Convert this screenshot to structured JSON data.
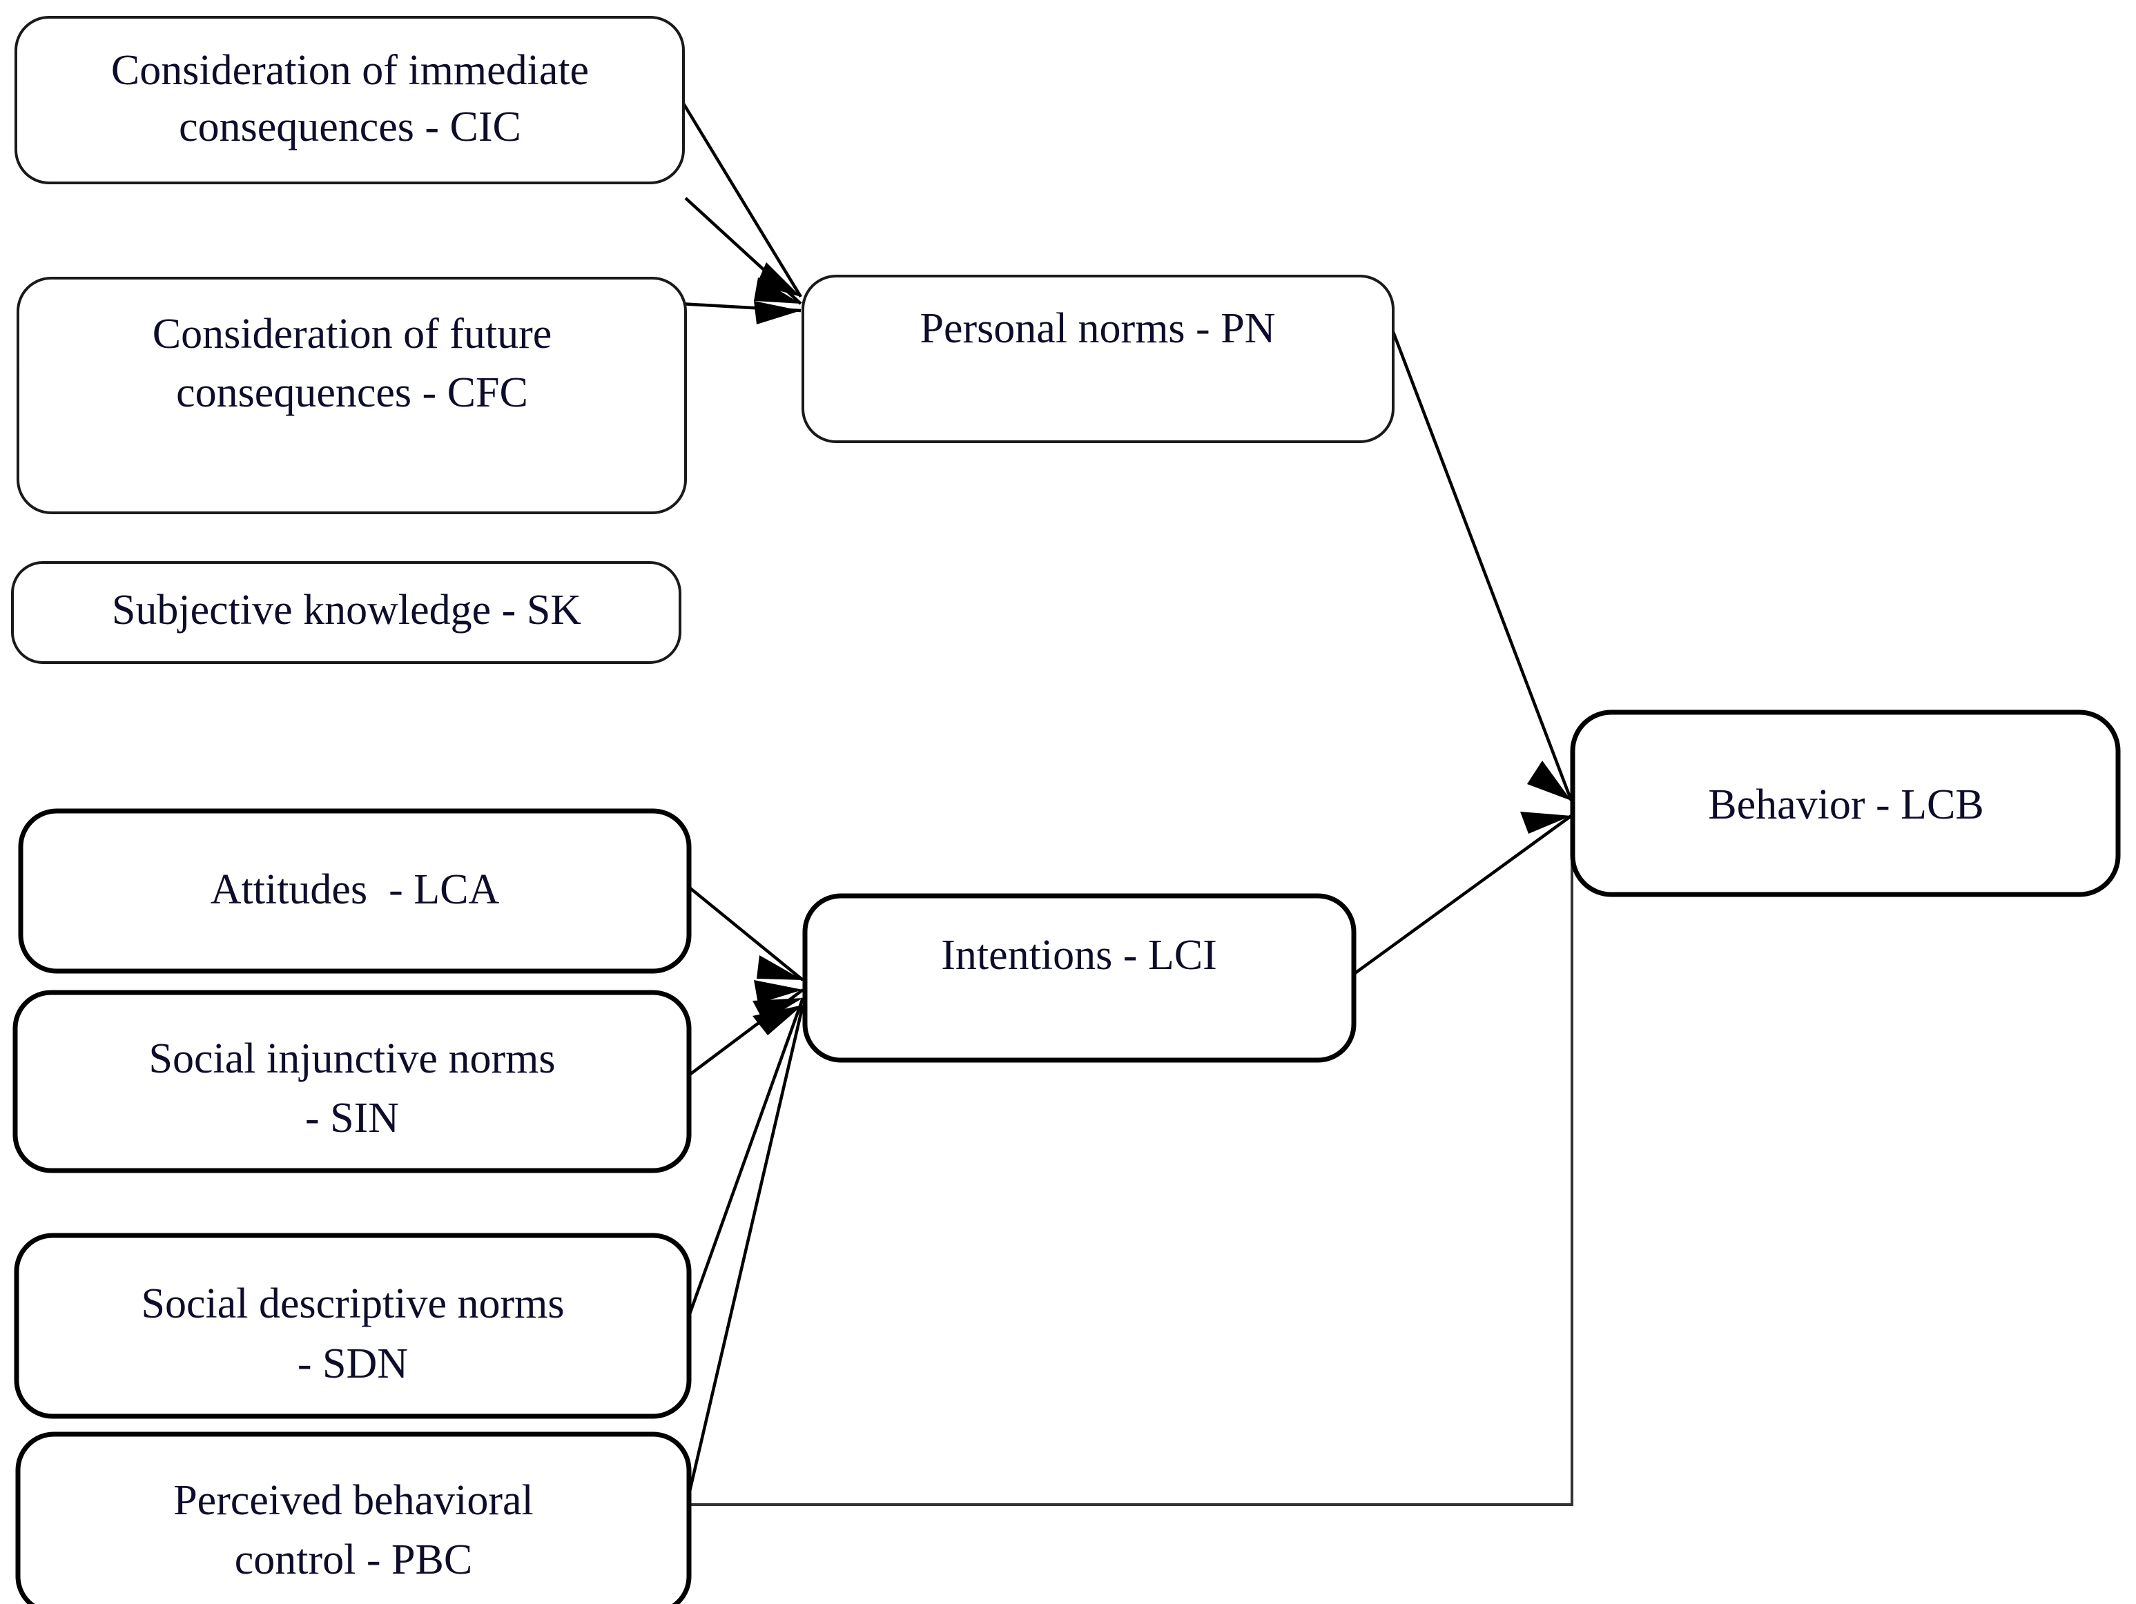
{
  "diagram": {
    "type": "flowchart",
    "title": "",
    "background_color": "#ffffff",
    "text_color": "#0d0d2b",
    "line_color": "#000000",
    "nodes": [
      {
        "id": "CIC",
        "label_lines": [
          "Consideration of immediate",
          "consequences - CIC"
        ],
        "label_full": "Consideration of immediate consequences - CIC",
        "code": "CIC"
      },
      {
        "id": "CFC",
        "label_lines": [
          "Consideration of future",
          "consequences - CFC"
        ],
        "label_full": "Consideration of future consequences - CFC",
        "code": "CFC"
      },
      {
        "id": "SK",
        "label_lines": [
          "Subjective knowledge - SK"
        ],
        "label_full": "Subjective knowledge - SK",
        "code": "SK"
      },
      {
        "id": "PN",
        "label_lines": [
          "Personal norms - PN"
        ],
        "label_full": "Personal norms - PN",
        "code": "PN"
      },
      {
        "id": "LCA",
        "label_lines": [
          "Attitudes  - LCA"
        ],
        "label_full": "Attitudes  - LCA",
        "code": "LCA"
      },
      {
        "id": "SIN",
        "label_lines": [
          "Social injunctive norms",
          "- SIN"
        ],
        "label_full": "Social injunctive norms - SIN",
        "code": "SIN"
      },
      {
        "id": "SDN",
        "label_lines": [
          "Social descriptive norms",
          "- SDN"
        ],
        "label_full": "Social descriptive norms - SDN",
        "code": "SDN"
      },
      {
        "id": "PBC",
        "label_lines": [
          "Perceived behavioral",
          "control - PBC"
        ],
        "label_full": "Perceived behavioral control - PBC",
        "code": "PBC"
      },
      {
        "id": "LCI",
        "label_lines": [
          "Intentions - LCI"
        ],
        "label_full": "Intentions - LCI",
        "code": "LCI"
      },
      {
        "id": "LCB",
        "label_lines": [
          "Behavior - LCB"
        ],
        "label_full": "Behavior - LCB",
        "code": "LCB"
      }
    ],
    "edges": [
      {
        "from": "CIC",
        "to": "PN",
        "arrow": true
      },
      {
        "from": "CFC",
        "to": "PN",
        "arrow": true
      },
      {
        "from": "SK",
        "to": "PN",
        "arrow": true
      },
      {
        "from": "PN",
        "to": "LCB",
        "arrow": true
      },
      {
        "from": "LCA",
        "to": "LCI",
        "arrow": true
      },
      {
        "from": "SIN",
        "to": "LCI",
        "arrow": true
      },
      {
        "from": "SDN",
        "to": "LCI",
        "arrow": true
      },
      {
        "from": "PBC",
        "to": "LCI",
        "arrow": true
      },
      {
        "from": "LCI",
        "to": "LCB",
        "arrow": true
      },
      {
        "from": "PBC",
        "to": "LCB",
        "arrow": false
      }
    ]
  }
}
